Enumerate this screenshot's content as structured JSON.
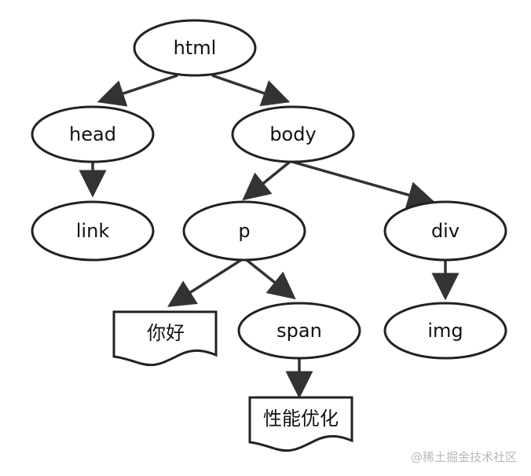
{
  "diagram": {
    "type": "dom-tree",
    "nodes": {
      "html": {
        "label": "html"
      },
      "head": {
        "label": "head"
      },
      "body": {
        "label": "body"
      },
      "link": {
        "label": "link"
      },
      "p": {
        "label": "p"
      },
      "div": {
        "label": "div"
      },
      "nihao": {
        "label": "你好"
      },
      "span": {
        "label": "span"
      },
      "img": {
        "label": "img"
      },
      "xingneng": {
        "label": "性能优化"
      }
    },
    "edges": [
      {
        "from": "html",
        "to": "head"
      },
      {
        "from": "html",
        "to": "body"
      },
      {
        "from": "head",
        "to": "link"
      },
      {
        "from": "body",
        "to": "p"
      },
      {
        "from": "body",
        "to": "div"
      },
      {
        "from": "p",
        "to": "nihao"
      },
      {
        "from": "p",
        "to": "span"
      },
      {
        "from": "div",
        "to": "img"
      },
      {
        "from": "span",
        "to": "xingneng"
      }
    ]
  },
  "watermark": {
    "text": "@稀土掘金技术社区"
  },
  "colors": {
    "stroke": "#222222",
    "arrow": "#333333",
    "watermark": "#b8b8b8"
  }
}
